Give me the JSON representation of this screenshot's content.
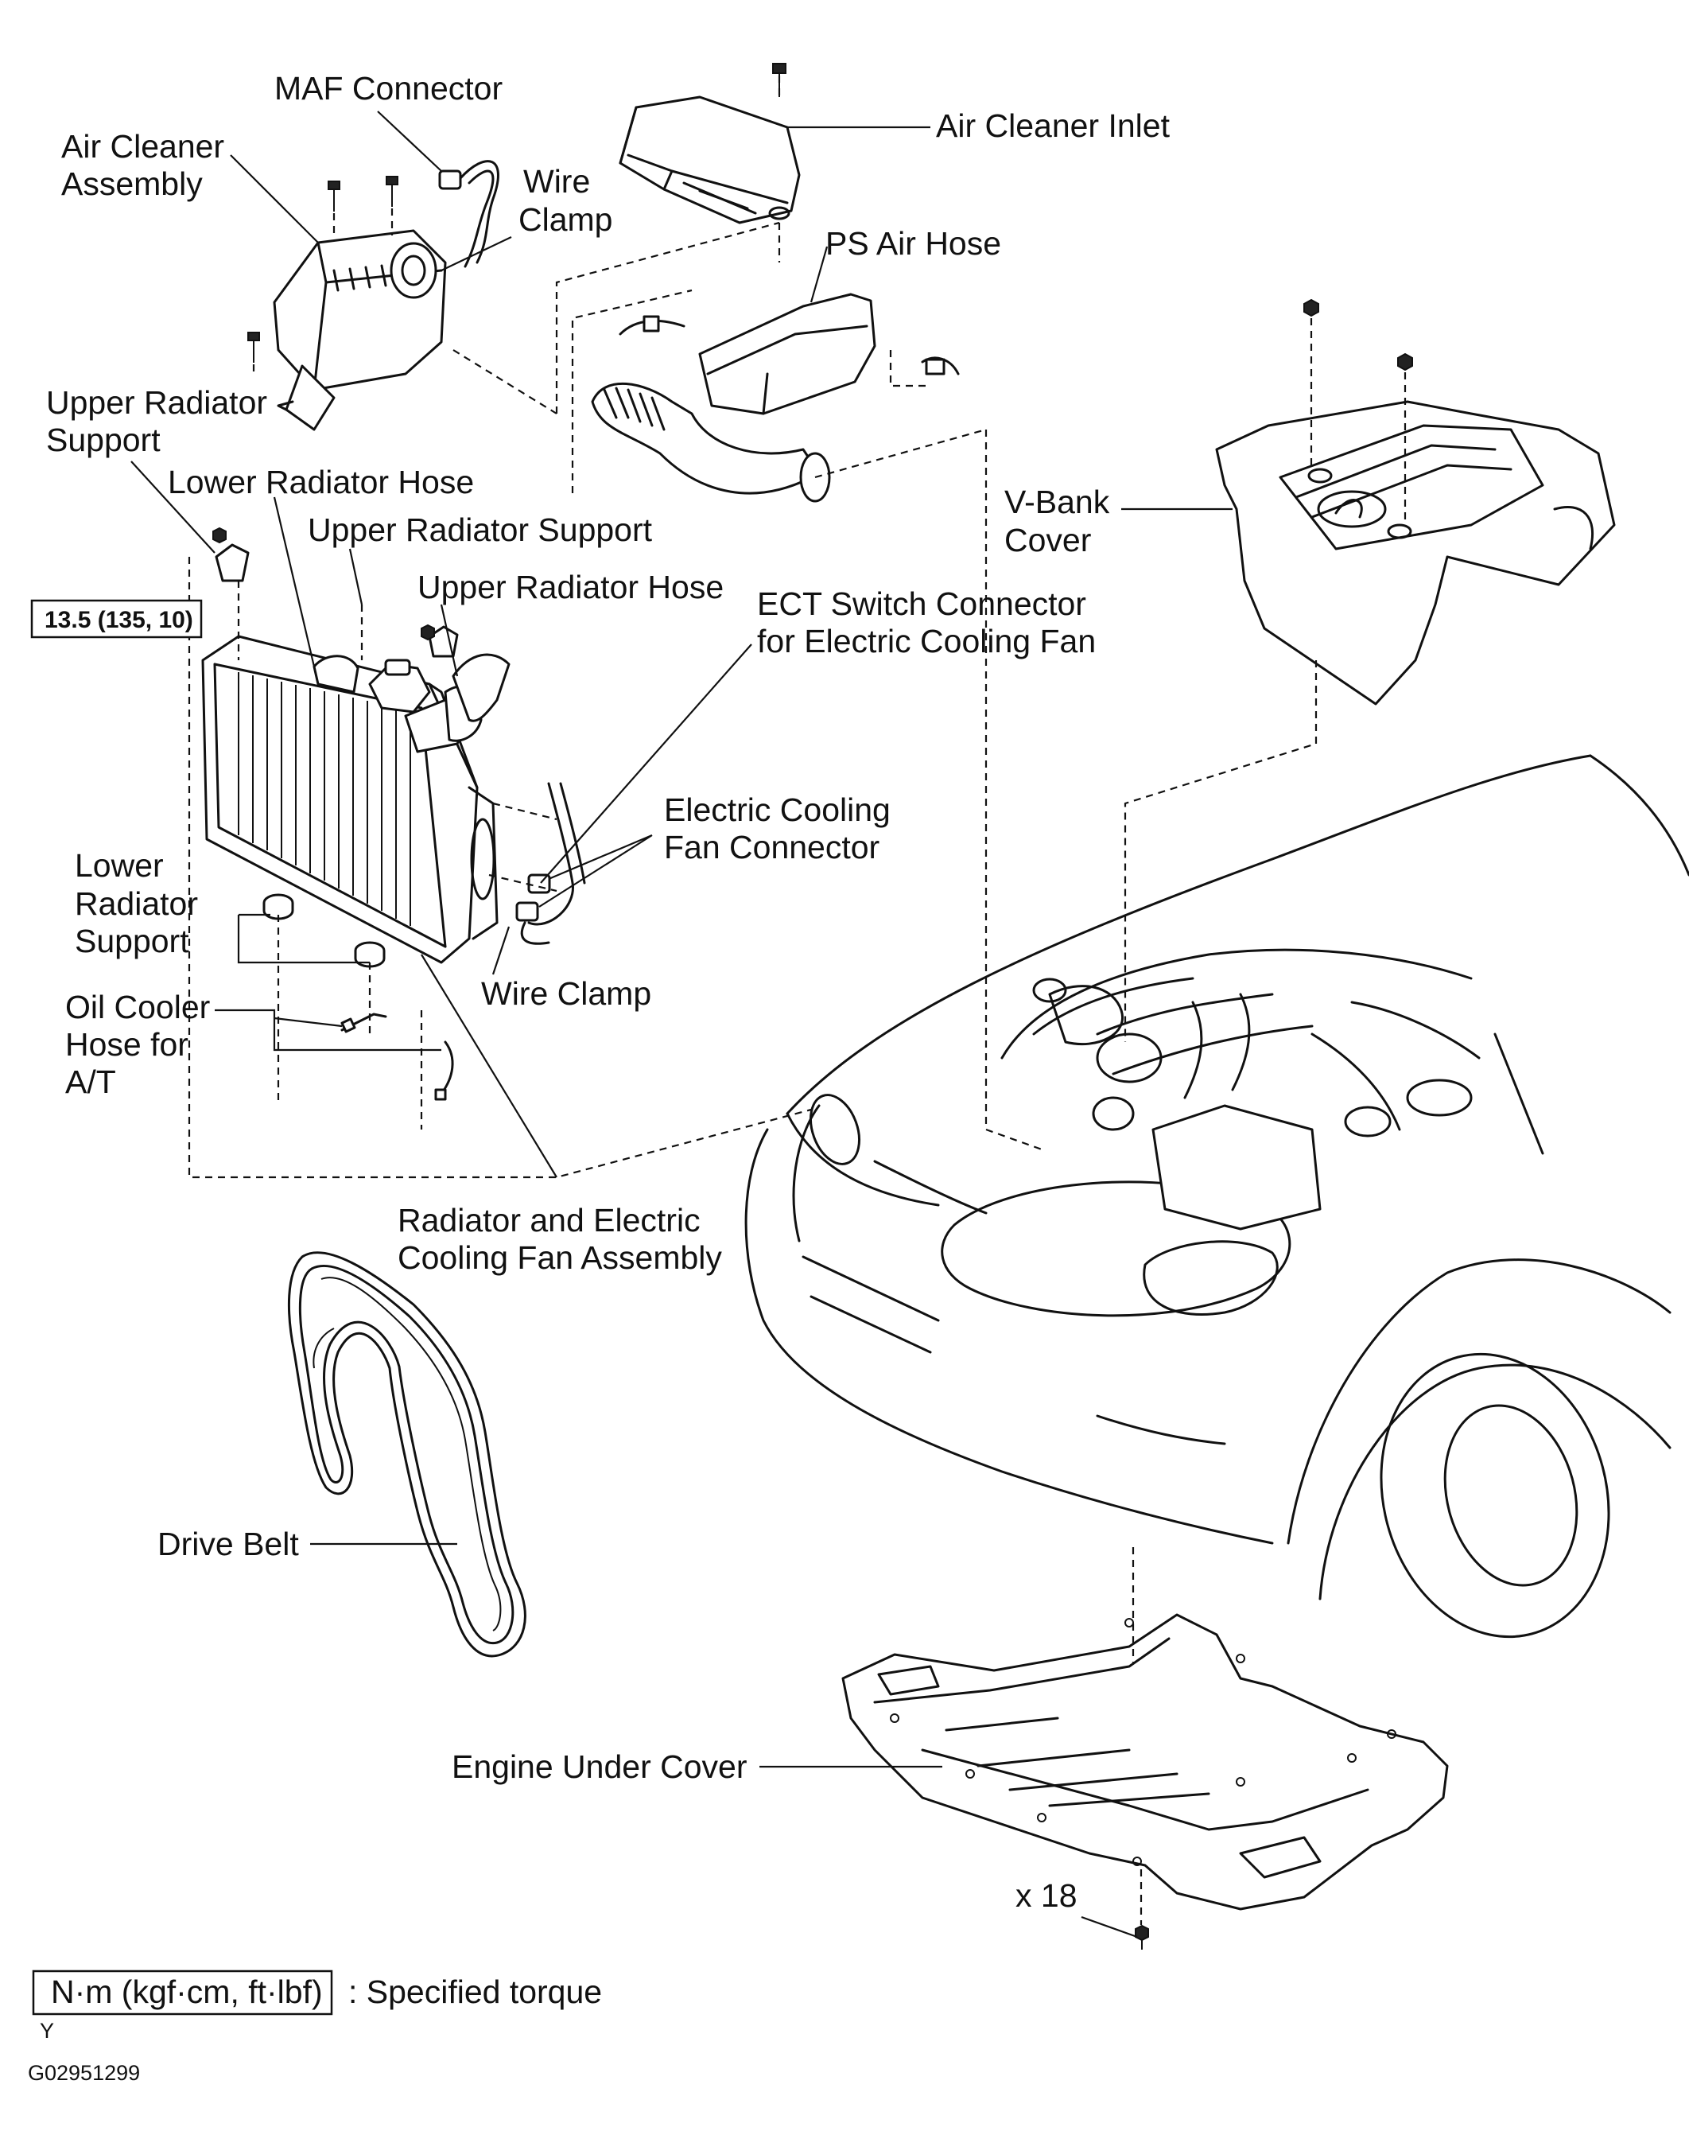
{
  "labels": {
    "maf_connector": "MAF Connector",
    "air_cleaner_assembly_1": "Air Cleaner",
    "air_cleaner_assembly_2": "Assembly",
    "wire_clamp_top_1": "Wire",
    "wire_clamp_top_2": "Clamp",
    "air_cleaner_inlet": "Air Cleaner Inlet",
    "ps_air_hose": "PS Air Hose",
    "upper_radiator_support_left_1": "Upper Radiator",
    "upper_radiator_support_left_2": "Support",
    "lower_radiator_hose": "Lower Radiator Hose",
    "upper_radiator_support_mid": "Upper Radiator Support",
    "upper_radiator_hose": "Upper Radiator Hose",
    "ect_switch_1": "ECT  Switch  Connector",
    "ect_switch_2": "for Electric Cooling Fan",
    "v_bank_cover_1": "V-Bank",
    "v_bank_cover_2": "Cover",
    "electric_cooling_fan_connector_1": "Electric Cooling",
    "electric_cooling_fan_connector_2": "Fan Connector",
    "lower_radiator_support_1": "Lower",
    "lower_radiator_support_2": "Radiator",
    "lower_radiator_support_3": "Support",
    "wire_clamp_mid": "Wire Clamp",
    "oil_cooler_hose_1": "Oil Cooler",
    "oil_cooler_hose_2": "Hose for",
    "oil_cooler_hose_3": "A/T",
    "radiator_assembly_1": "Radiator and Electric",
    "radiator_assembly_2": "Cooling Fan Assembly",
    "drive_belt": "Drive Belt",
    "engine_under_cover": "Engine Under Cover",
    "bolt_count": "x 18",
    "torque_value": "13.5 (135, 10)"
  },
  "legend": {
    "units": "N·m (kgf·cm, ft·lbf)",
    "description": ": Specified torque"
  },
  "footer": {
    "mark": "Y",
    "figure_id": "G02951299"
  }
}
